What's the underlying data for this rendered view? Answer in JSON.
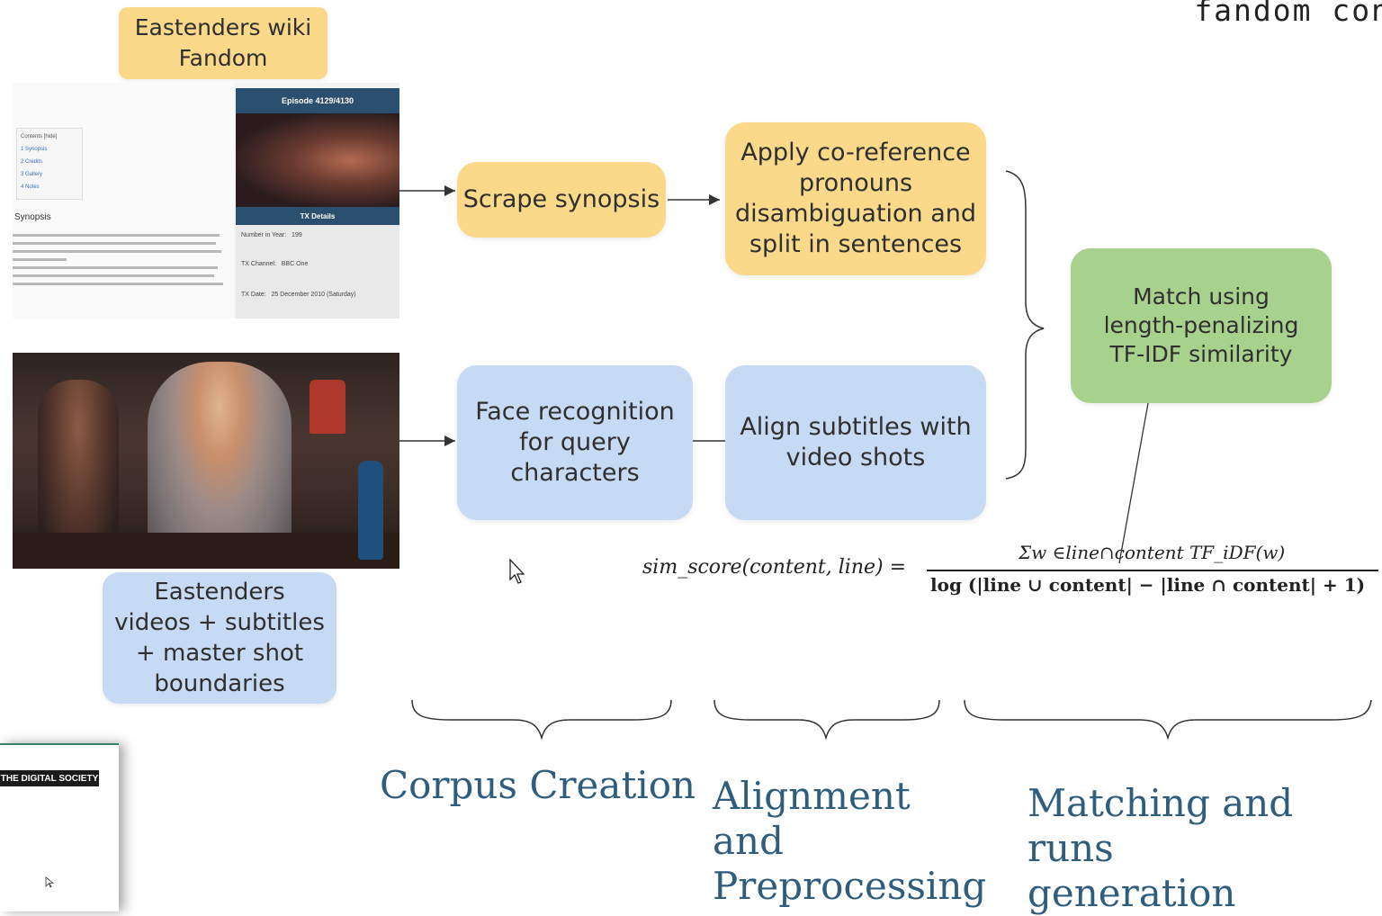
{
  "top_right_text": "fandom con",
  "source_wiki": {
    "label": "Eastenders wiki\nFandom",
    "screenshot": {
      "episode_header": "Episode 4129/4130",
      "toc_title": "Contents [hide]",
      "toc_items": [
        "1 Synopsis",
        "2 Credits",
        "3 Gallery",
        "4 Notes"
      ],
      "synopsis_title": "Synopsis",
      "tx_details": "TX Details",
      "rows": [
        {
          "label": "Number in Year:",
          "value": "199"
        },
        {
          "label": "TX Channel:",
          "value": "BBC One"
        },
        {
          "label": "TX Date:",
          "value": "25 December 2010 (Saturday)"
        }
      ]
    }
  },
  "source_videos": {
    "label": "Eastenders\nvideos + subtitles\n+ master shot\nboundaries"
  },
  "nodes": {
    "scrape": "Scrape synopsis",
    "coref": "Apply co-reference\npronouns\ndisambiguation and\nsplit in sentences",
    "face": "Face recognition\nfor query\ncharacters",
    "align": "Align subtitles with\nvideo shots",
    "match": "Match using\nlength-penalizing\nTF-IDF similarity"
  },
  "formula": {
    "lhs": "sim_score(content, line) =",
    "numerator": "Σw ∈line∩content TF_iDF(w)",
    "denominator": "log (|line ∪ content| − |line ∩ content| + 1)"
  },
  "stages": {
    "corpus": "Corpus Creation",
    "alignment": "Alignment\nand\nPreprocessing",
    "matching": "Matching and runs\ngeneration"
  },
  "thumbnail": {
    "bar_text": "THE DIGITAL SOCIETY"
  },
  "colors": {
    "yellow": "#fbd98a",
    "blue": "#c7daf3",
    "green": "#a9d18e",
    "stage_text": "#2e5d7e"
  }
}
